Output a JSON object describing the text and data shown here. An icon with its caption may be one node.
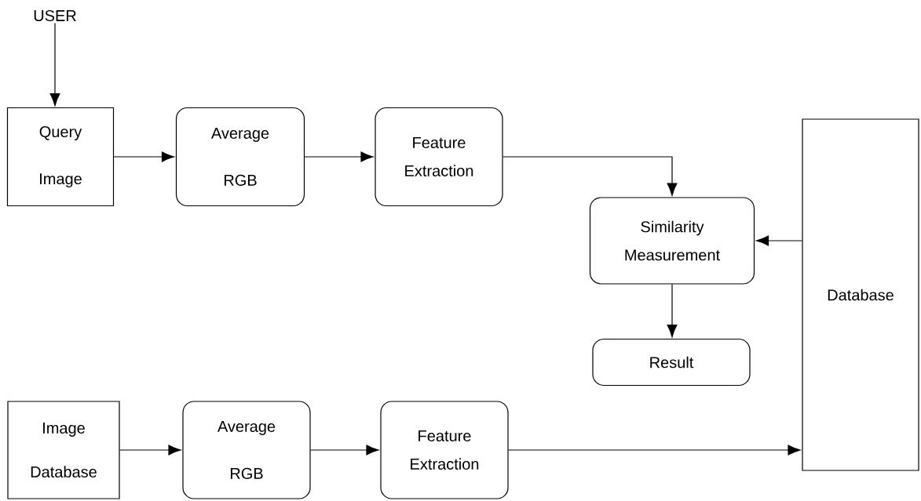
{
  "diagram": {
    "nodes": [
      {
        "text": [
          "USER"
        ]
      },
      {
        "text": [
          "Query Image"
        ]
      },
      {
        "text": [
          "Average RGB"
        ]
      },
      {
        "text": [
          "Feature Extraction"
        ]
      },
      {
        "text": [
          "Similarity Measurement"
        ]
      },
      {
        "text": [
          "Result"
        ]
      },
      {
        "text": [
          "Database"
        ]
      },
      {
        "text": [
          "Image Database"
        ]
      },
      {
        "text": [
          "Average RGB"
        ]
      },
      {
        "text": [
          "Feature Extraction"
        ]
      }
    ],
    "edges": [
      {
        "from": 0,
        "to": 1,
        "arrow": "to"
      },
      {
        "from": 1,
        "to": 2,
        "arrow": "to"
      },
      {
        "from": 2,
        "to": 3,
        "arrow": "to"
      },
      {
        "from": 3,
        "to": 4,
        "arrow": "to"
      },
      {
        "from": 6,
        "to": 4,
        "arrow": "to"
      },
      {
        "from": 4,
        "to": 5,
        "arrow": "to"
      },
      {
        "from": 7,
        "to": 8,
        "arrow": "to"
      },
      {
        "from": 8,
        "to": 9,
        "arrow": "to"
      },
      {
        "from": 9,
        "to": 6,
        "arrow": "to"
      }
    ]
  }
}
